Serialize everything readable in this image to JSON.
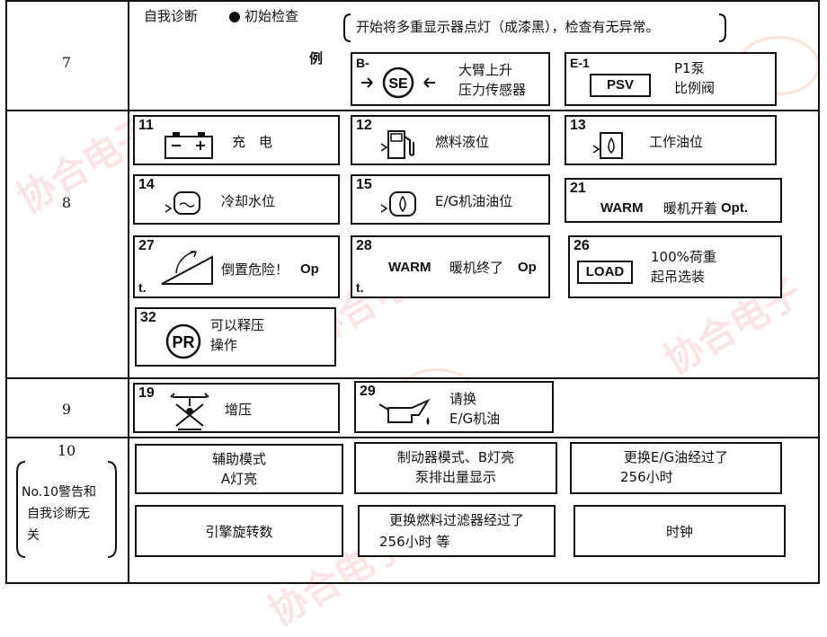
{
  "rows": {
    "r7": {
      "number": "7",
      "self_diag": "自我诊断",
      "initial_check": "初始检查",
      "description": "开始将多重显示器点灯（成漆黑），检查有无异常。",
      "example_label": "例",
      "ex1": {
        "code": "B-",
        "icon_text": "SE",
        "line1": "大臂上升",
        "line2": "压力传感器"
      },
      "ex2": {
        "code": "E-1",
        "icon_text": "PSV",
        "line1": "P1泵",
        "line2": "比例阀"
      }
    },
    "r8": {
      "number": "8",
      "items": [
        {
          "code": "11",
          "label": "充　电"
        },
        {
          "code": "12",
          "label": "燃料液位"
        },
        {
          "code": "13",
          "label": "工作油位"
        },
        {
          "code": "14",
          "label": "冷却水位"
        },
        {
          "code": "15",
          "label": "E/G机油油位"
        },
        {
          "code": "21",
          "label_en": "WARM",
          "label": "暖机开着",
          "label_opt": "Opt."
        },
        {
          "code": "27",
          "label": "倒置危险！",
          "label_opt": "Op",
          "tail": "t."
        },
        {
          "code": "28",
          "label_en": "WARM",
          "label": "暖机终了",
          "label_opt": "Op",
          "tail": "t."
        },
        {
          "code": "26",
          "icon_text": "LOAD",
          "line1": "100%荷重",
          "line2": "起吊选装"
        },
        {
          "code": "32",
          "icon_text": "PR",
          "line1": "可以释压",
          "line2": "操作"
        }
      ]
    },
    "r9": {
      "number": "9",
      "items": [
        {
          "code": "19",
          "label": "增压"
        },
        {
          "code": "29",
          "line1": "请换",
          "line2": "E/G机油"
        }
      ]
    },
    "r10": {
      "number": "10",
      "note": [
        "No.10警告和",
        "自我诊断无",
        "关"
      ],
      "items": [
        {
          "line1": "辅助模式",
          "line2": "A灯亮"
        },
        {
          "line1": "制动器模式、B灯亮",
          "line2": "泵排出量显示"
        },
        {
          "line1": "更换E/G油经过了",
          "line2": "256小时"
        },
        {
          "line1": "引擎旋转数"
        },
        {
          "line1": "更换燃料过滤器经过了",
          "line2": "256小时 等"
        },
        {
          "line1": "时钟"
        }
      ]
    }
  },
  "watermark": {
    "text": "协合电子",
    "color": "#e08080"
  },
  "icons": [
    "battery-icon",
    "fuel-pump-icon",
    "hydraulic-oil-icon",
    "coolant-icon",
    "engine-oil-icon",
    "tilt-icon",
    "load-icon",
    "pressure-release-icon",
    "boost-icon",
    "oil-can-icon",
    "sensor-icon"
  ]
}
